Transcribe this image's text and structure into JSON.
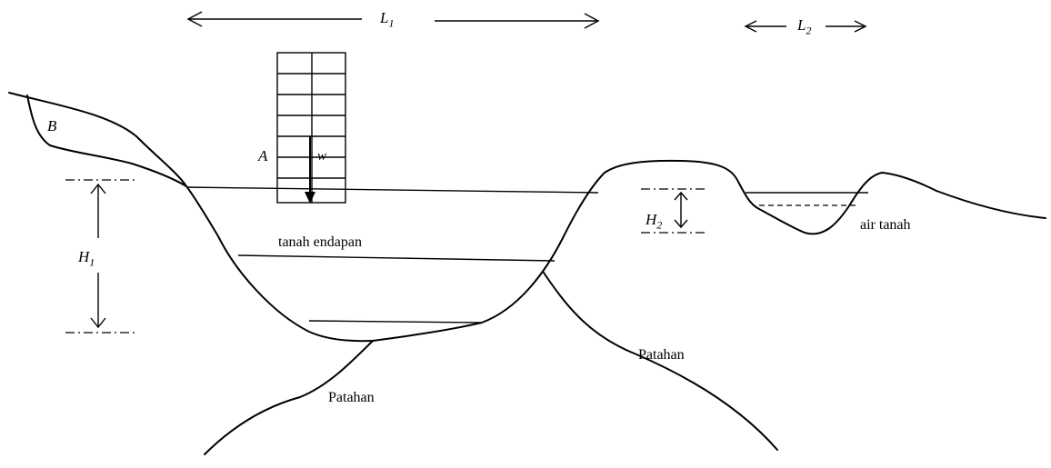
{
  "labels": {
    "L1": {
      "main": "L",
      "sub": "1"
    },
    "L2": {
      "main": "L",
      "sub": "2"
    },
    "H1": {
      "main": "H",
      "sub": "1"
    },
    "H2": {
      "main": "H",
      "sub": "2"
    },
    "A": "A",
    "B": "B",
    "w": "w",
    "sediment": "tanah endapan",
    "groundwater": "air tanah",
    "fault_right": "Patahan",
    "fault_bottom": "Patahan"
  }
}
